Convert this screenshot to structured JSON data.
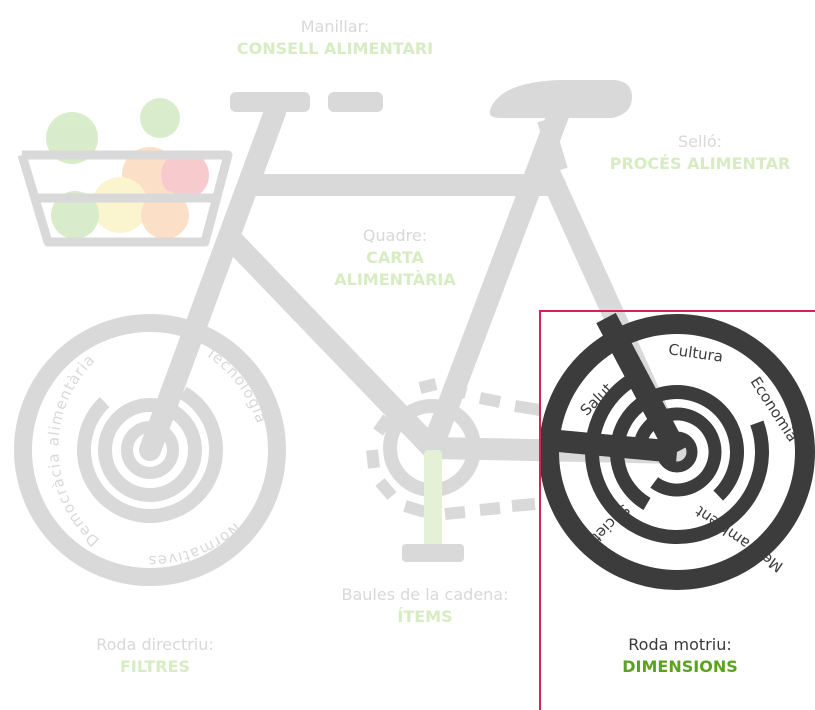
{
  "labels": {
    "manillar": {
      "part": "Manillar:",
      "concept": "CONSELL ALIMENTARI"
    },
    "sello": {
      "part": "Selló:",
      "concept": "PROCÉS ALIMENTAR"
    },
    "quadre": {
      "part": "Quadre:",
      "concept_line1": "CARTA",
      "concept_line2": "ALIMENTÀRIA"
    },
    "baules": {
      "part": "Baules de la cadena:",
      "concept": "ÍTEMS"
    },
    "roda_directriu": {
      "part": "Roda directriu:",
      "concept": "FILTRES"
    },
    "roda_motriu": {
      "part": "Roda motriu:",
      "concept": "DIMENSIONS"
    }
  },
  "front_wheel_words": [
    "Democràcia alimentària",
    "Tecnologia",
    "Normatives"
  ],
  "rear_wheel_words": [
    "Salut",
    "Cultura",
    "Economia",
    "Medi ambient",
    "Societat"
  ],
  "colors": {
    "faded_gray": "#d9d9d9",
    "faded_green": "#d7ecc2",
    "active_dark": "#3c3c3c",
    "active_green": "#5aa31e",
    "highlight_border": "#d8205a"
  }
}
